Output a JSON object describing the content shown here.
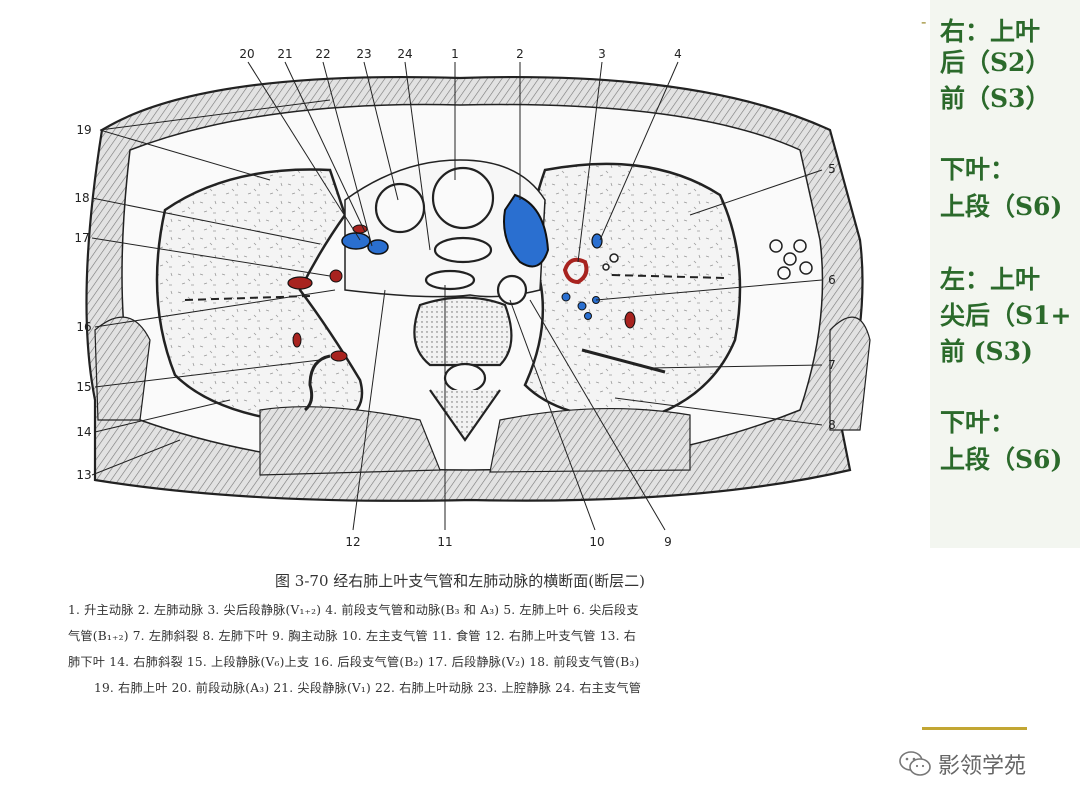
{
  "figure_numbers": [
    "1",
    "2",
    "3",
    "4",
    "5",
    "6",
    "7",
    "8",
    "9",
    "10",
    "11",
    "12",
    "13",
    "14",
    "15",
    "16",
    "17",
    "18",
    "19",
    "20",
    "21",
    "22",
    "23",
    "24"
  ],
  "caption": "图 3-70   经右肺上叶支气管和左肺动脉的横断面(断层二)",
  "legend_lines": [
    "1. 升主动脉   2. 左肺动脉   3. 尖后段静脉(V₁₊₂)   4. 前段支气管和动脉(B₃ 和 A₃)   5. 左肺上叶   6. 尖后段支",
    "气管(B₁₊₂)  7. 左肺斜裂   8. 左肺下叶   9. 胸主动脉   10. 左主支气管   11. 食管   12. 右肺上叶支气管   13. 右",
    "肺下叶   14. 右肺斜裂   15. 上段静脉(V₆)上支   16. 后段支气管(B₂)   17. 后段静脉(V₂)   18. 前段支气管(B₃)",
    "19. 右肺上叶   20. 前段动脉(A₃)   21. 尖段静脉(V₁)   22. 右肺上叶动脉   23. 上腔静脉   24. 右主支气管"
  ],
  "sidebar": {
    "bullet": "-",
    "lines": [
      "右：上叶",
      "后（S2）",
      "前（S3）",
      "",
      "下叶：",
      "上段（S6)",
      "",
      "左：上叶",
      "尖后（S1+",
      "前    (S3)",
      "",
      "下叶：",
      "上段（S6)"
    ]
  },
  "watermark": "影领学苑",
  "colors": {
    "artery": "#a8231f",
    "vein": "#2a6fd0",
    "sidebar_text": "#2b6a2b",
    "sidebar_bg": "#f3f6f0",
    "rule": "#c2a633"
  }
}
